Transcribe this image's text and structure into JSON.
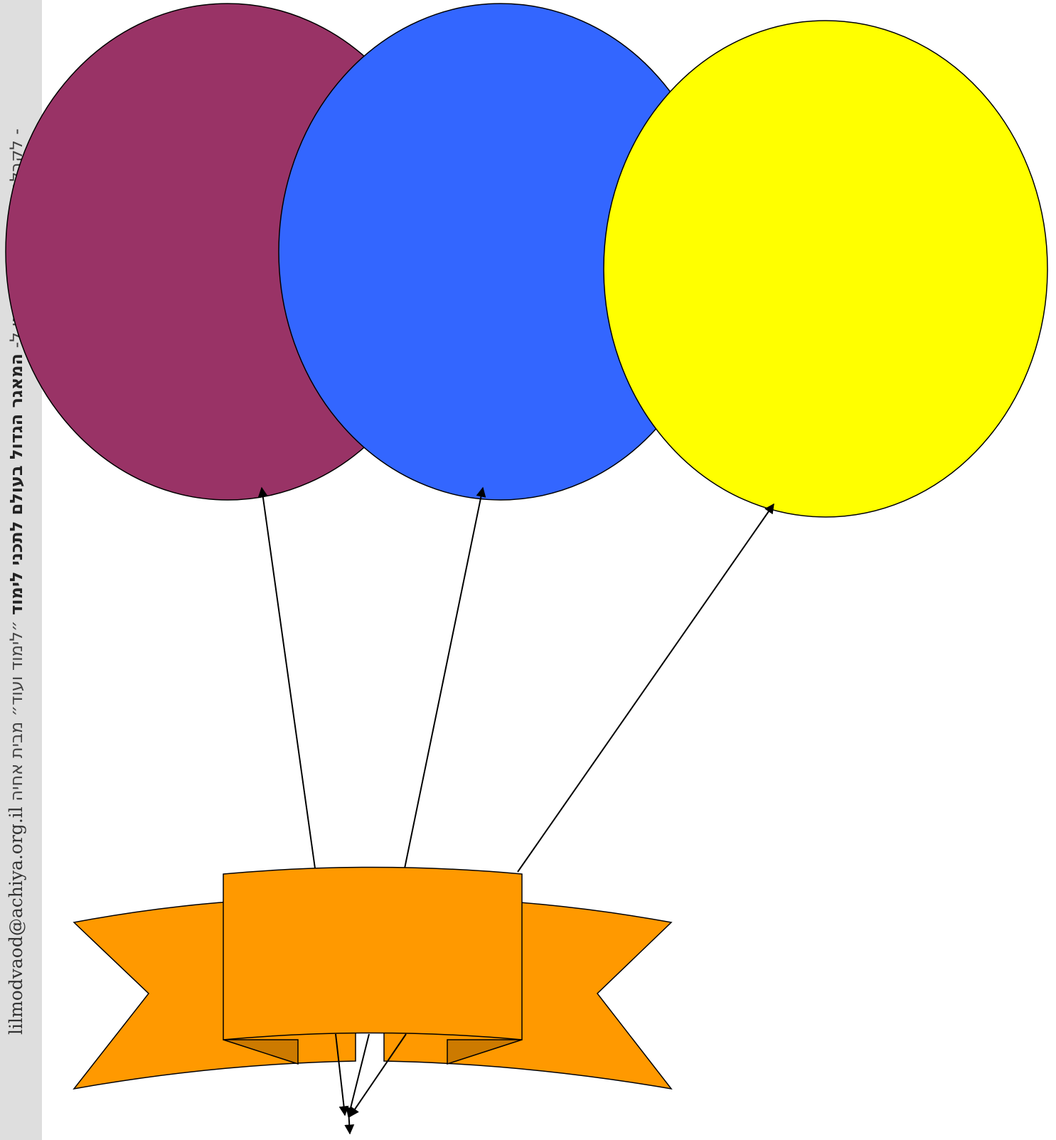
{
  "side_banner": {
    "email": "lilmodvaod@achiya.org.il",
    "text_1": "לקבלת קבצים נוספים פנו ל-",
    "text_bold": "המאגר הגדול בעולם לתכני לימוד",
    "text_2": "״לימוד ועוד״ מבית אחיה -",
    "background_color": "#dedede"
  },
  "balloons": [
    {
      "color": "#993366",
      "name": "purple-balloon"
    },
    {
      "color": "#3366ff",
      "name": "blue-balloon"
    },
    {
      "color": "#ffff00",
      "name": "yellow-balloon"
    }
  ],
  "ribbon": {
    "color": "#ff9900",
    "fold_color": "#cc7a00"
  }
}
